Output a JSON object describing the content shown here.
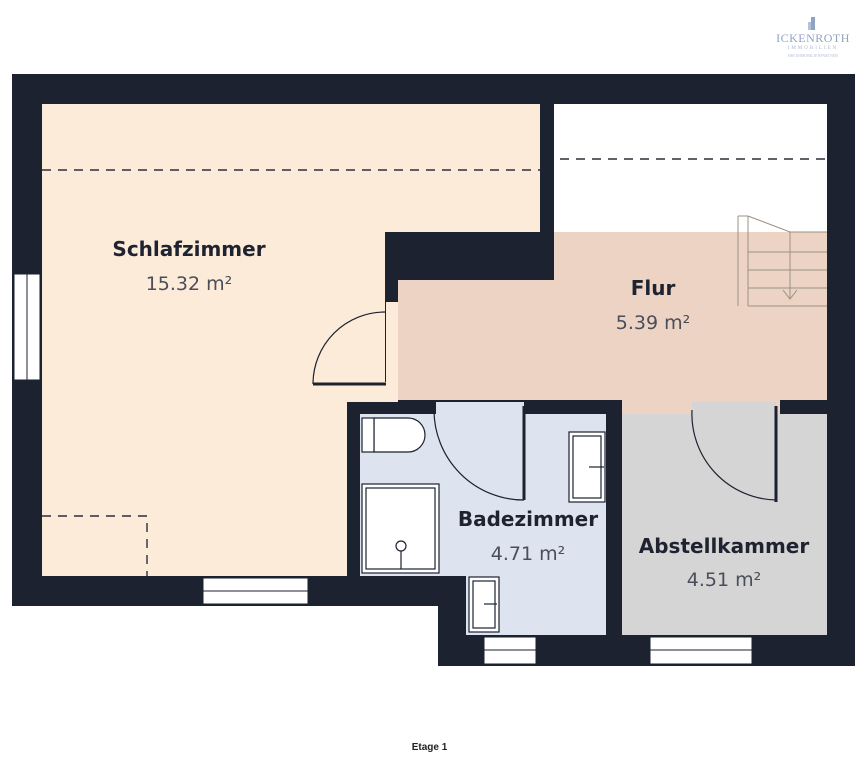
{
  "brand": {
    "name": "ICKENROTH",
    "subtitle": "IMMOBILIEN",
    "tagline": "IHR IMMOBILIENPARTNER",
    "color": "#8fa3c4"
  },
  "floor_label": "Etage 1",
  "colors": {
    "wall": "#1c2230",
    "schlafzimmer": "#fcebd8",
    "flur": "#edd3c3",
    "badezimmer": "#dde3ef",
    "abstellkammer": "#d5d5d5"
  },
  "rooms": {
    "schlafzimmer": {
      "name": "Schlafzimmer",
      "area": "15.32 m²"
    },
    "flur": {
      "name": "Flur",
      "area": "5.39 m²"
    },
    "badezimmer": {
      "name": "Badezimmer",
      "area": "4.71 m²"
    },
    "abstellkammer": {
      "name": "Abstellkammer",
      "area": "4.51 m²"
    }
  }
}
